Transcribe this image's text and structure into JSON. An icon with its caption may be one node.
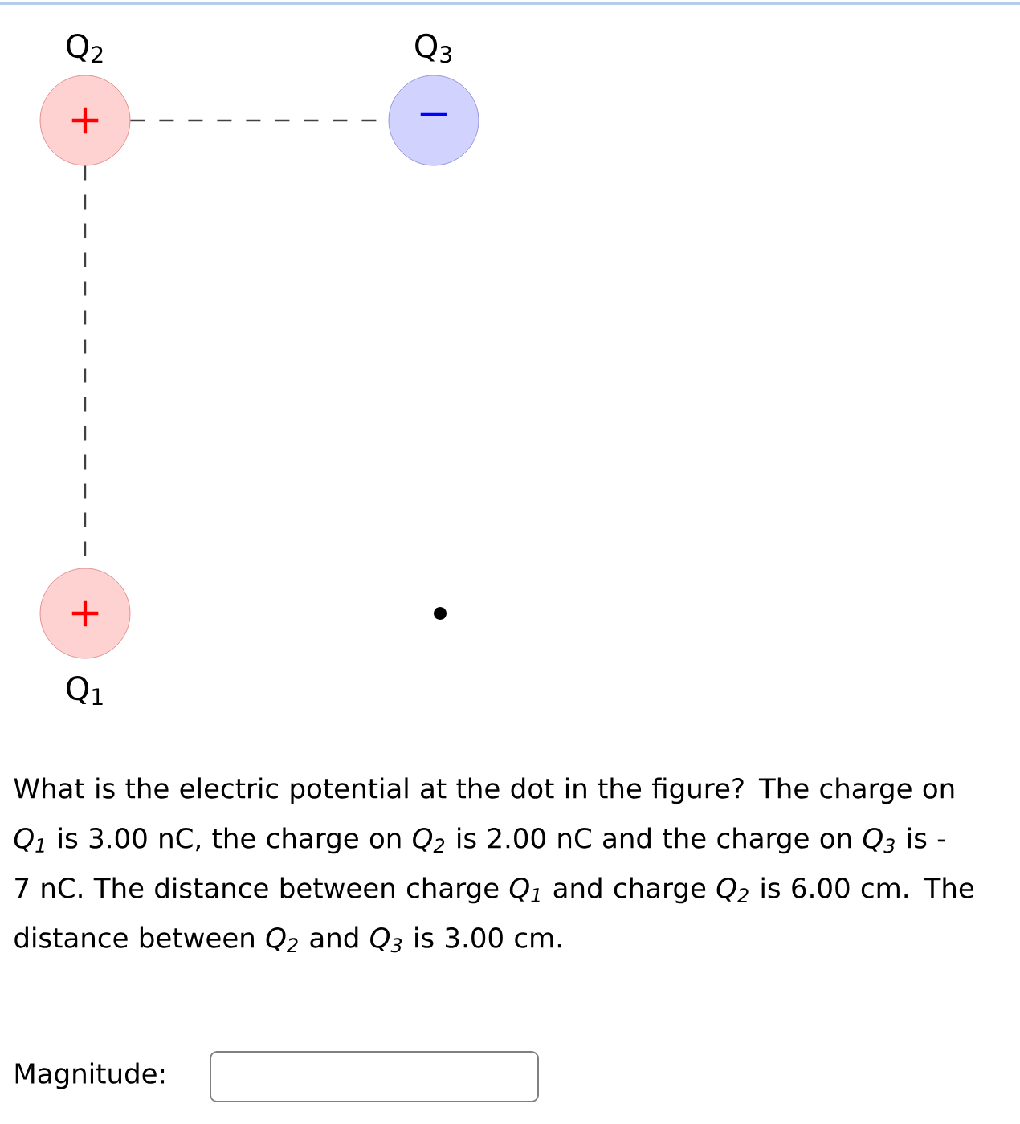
{
  "diagram": {
    "nodes": [
      {
        "text": [
          "+"
        ],
        "beside": [
          "Q$_{2}$"
        ]
      },
      {
        "text": [
          "−"
        ],
        "beside": [
          "Q$_{3}$"
        ]
      },
      {
        "text": [
          "+"
        ],
        "beside": [
          "Q$_{1}$"
        ]
      },
      {
        "text": [],
        "shape": "circle"
      }
    ],
    "edges": [
      {
        "from": 0,
        "to": 1,
        "arrow": "none",
        "style": "dashed"
      },
      {
        "from": 0,
        "to": 2,
        "arrow": "none",
        "style": "dashed"
      }
    ],
    "labels": [
      "What is the electric potential at the dot in the figure? The charge on *Q$_{1}$* is 3.00 nC, the charge on *Q$_{2}$* is 2.00 nC and the charge on *Q$_{3}$* is -7 nC. The distance between charge *Q$_{1}$* and charge *Q$_{2}$* is 6.00 cm. The distance between *Q$_{2}$* and *Q$_{3}$* is 3.00 cm.",
      "Magnitude:"
    ]
  }
}
